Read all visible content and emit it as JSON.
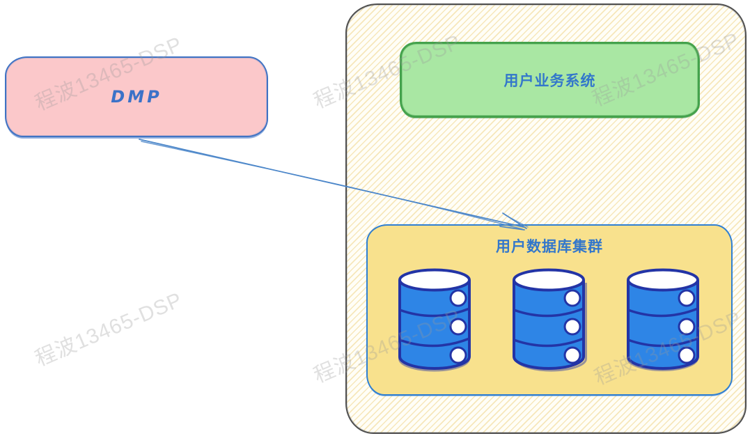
{
  "watermark": {
    "text": "程波13465-DSP"
  },
  "nodes": {
    "dmp": {
      "label": "DMP",
      "fill": "#fbc8ca",
      "border": "#3f73c4"
    },
    "business_system": {
      "label": "用户业务系统",
      "fill": "#a9e7a3",
      "border": "#44a24c"
    },
    "db_cluster": {
      "label": "用户数据库集群",
      "fill": "#f8e18d",
      "border": "#2f7fd2",
      "database_count": 3
    }
  },
  "edges": [
    {
      "from": "DMP",
      "to": "用户数据库集群",
      "style": "arrow",
      "color": "#4b86c9"
    }
  ],
  "colors": {
    "label_text": "#3377cb",
    "database_fill": "#2e85e6",
    "database_border": "#2334a6",
    "container_border": "#4f4f4f",
    "container_hatch": "#eed07e",
    "background": "#ffffff"
  }
}
